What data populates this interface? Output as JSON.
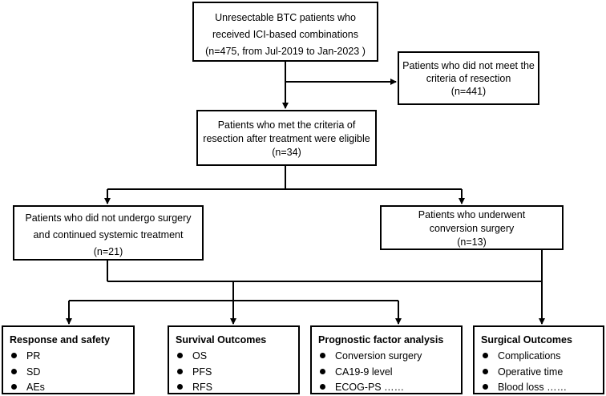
{
  "boxes": {
    "enrolled": {
      "lines": [
        "Unresectable BTC patients who",
        "received ICI-based combinations",
        "(n=475, from Jul-2019 to Jan-2023 )"
      ]
    },
    "excluded": {
      "lines": [
        "Patients who did not meet the",
        "criteria of  resection",
        "(n=441)"
      ]
    },
    "eligible": {
      "lines": [
        "Patients who met the criteria of",
        "resection after treatment were eligible",
        "(n=34)"
      ]
    },
    "no_surgery": {
      "lines": [
        "Patients who did not undergo surgery",
        "and continued systemic treatment",
        "(n=21)"
      ]
    },
    "surgery": {
      "lines": [
        "Patients who underwent",
        "conversion surgery",
        "(n=13)"
      ]
    }
  },
  "outcomes": [
    {
      "title": "Response and safety",
      "items": [
        "PR",
        "SD",
        "AEs"
      ]
    },
    {
      "title": "Survival Outcomes",
      "items": [
        "OS",
        "PFS",
        "RFS"
      ]
    },
    {
      "title": "Prognostic factor analysis",
      "items": [
        "Conversion surgery",
        "CA19-9 level",
        "ECOG-PS ……"
      ]
    },
    {
      "title": "Surgical Outcomes",
      "items": [
        "Complications",
        "Operative time",
        "Blood loss ……"
      ]
    }
  ]
}
